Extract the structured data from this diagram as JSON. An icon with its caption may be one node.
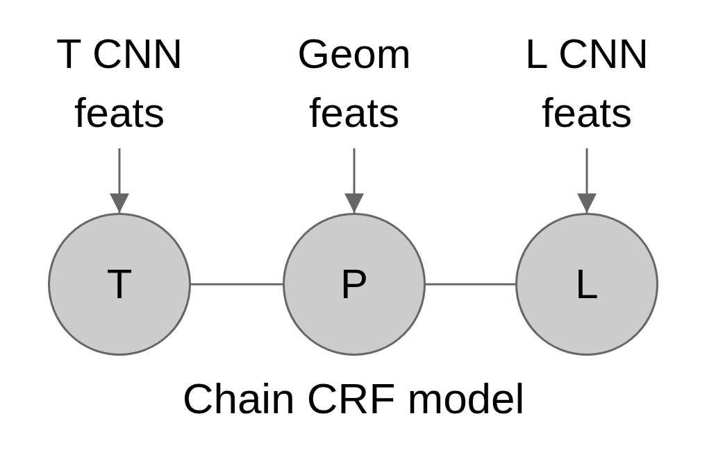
{
  "diagram": {
    "caption": "Chain CRF model",
    "nodes": [
      {
        "text": [
          "T CNN feats"
        ]
      },
      {
        "text": [
          "Geom feats"
        ]
      },
      {
        "text": [
          "L CNN feats"
        ]
      },
      {
        "text": [
          "T"
        ]
      },
      {
        "text": [
          "P"
        ]
      },
      {
        "text": [
          "L"
        ]
      }
    ],
    "edges": [
      {
        "from": 0,
        "to": 3,
        "arrow": "to"
      },
      {
        "from": 1,
        "to": 4,
        "arrow": "to"
      },
      {
        "from": 2,
        "to": 5,
        "arrow": "to"
      },
      {
        "from": 3,
        "to": 4,
        "arrow": "none"
      },
      {
        "from": 4,
        "to": 5,
        "arrow": "none"
      }
    ]
  }
}
